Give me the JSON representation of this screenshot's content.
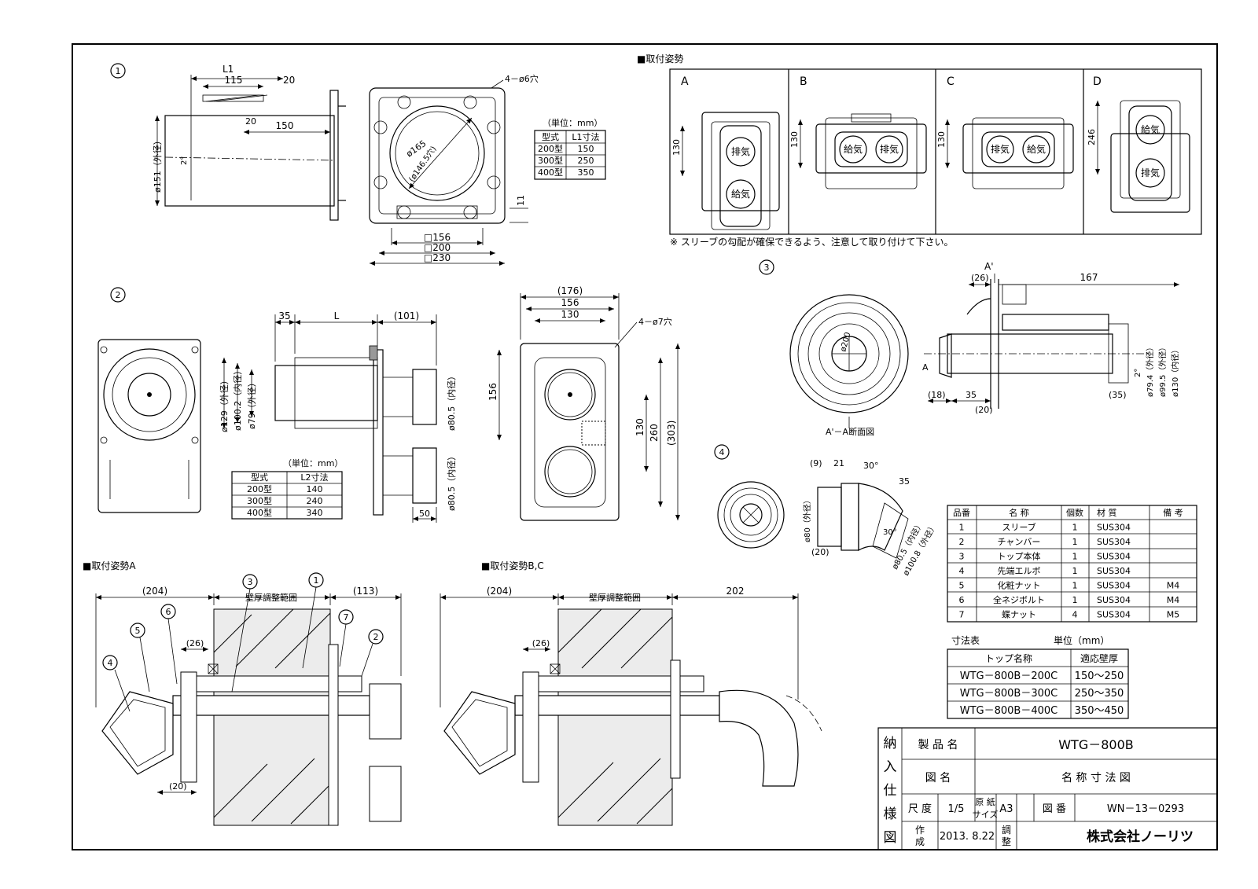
{
  "install": {
    "title": "■取付姿勢",
    "labels": [
      "A",
      "B",
      "C",
      "D"
    ],
    "dims": [
      "130",
      "130",
      "130",
      "246"
    ],
    "kyuki": "給気",
    "haiki": "排気",
    "note": "※ スリーブの勾配が確保できるよう、注意して取り付けて下さい。"
  },
  "v1": {
    "num": "1",
    "dims": {
      "L1": "L1",
      "d115": "115",
      "d20a": "20",
      "d20b": "20",
      "d150": "150",
      "dia151": "ø151（外径）",
      "deg2": "2°",
      "holes": "4－ø6穴",
      "dia165": "ø165",
      "dia146": "(ø146.5穴)",
      "d11": "11",
      "s156": "□156",
      "s200": "□200",
      "s230": "□230"
    },
    "table_unit": "（単位：mm）",
    "table_headers": [
      "型式",
      "L1寸法"
    ],
    "table_rows": [
      [
        "200型",
        "150"
      ],
      [
        "300型",
        "250"
      ],
      [
        "400型",
        "350"
      ]
    ]
  },
  "v2": {
    "num": "2",
    "dims": {
      "d35": "35",
      "L": "L",
      "d101": "(101)",
      "dia129": "ø129（外径）",
      "dia100": "ø100.2（内径）",
      "dia79": "ø79（外径）",
      "dia80a": "ø80.5（内径）",
      "dia80b": "ø80.5（内径）",
      "d50": "50",
      "d176": "(176)",
      "d156h": "156",
      "d130h": "130",
      "holes": "4－ø7穴",
      "d156v": "156",
      "d130v": "130",
      "d260": "260",
      "d303": "(303)"
    },
    "table_unit": "（単位：mm）",
    "table_headers": [
      "型式",
      "L2寸法"
    ],
    "table_rows": [
      [
        "200型",
        "140"
      ],
      [
        "300型",
        "240"
      ],
      [
        "400型",
        "340"
      ]
    ]
  },
  "v3": {
    "num": "3",
    "dims": {
      "A1": "A'",
      "d26": "(26)",
      "d167": "167",
      "dia200": "ø200",
      "A2": "A",
      "d18": "(18)",
      "d35": "35",
      "d20": "(20)",
      "d35b": "(35)",
      "deg2": "2°",
      "dia794": "ø79.4（外径）",
      "dia995": "ø99.5（外径）",
      "dia130": "ø130（内径）"
    },
    "section": "A'－A断面図"
  },
  "v4": {
    "num": "4",
    "dims": {
      "d9": "(9)",
      "d21": "21",
      "deg30a": "30°",
      "d35": "35",
      "dia80": "ø80（外径）",
      "deg30b": "30°",
      "d20": "(20)",
      "dia805": "ø80.5（内径）",
      "dia1008": "ø100.8（外径）"
    }
  },
  "parts": {
    "headers": [
      "品番",
      "名 称",
      "個数",
      "材 質",
      "備 考"
    ],
    "rows": [
      [
        "1",
        "スリーブ",
        "1",
        "SUS304",
        ""
      ],
      [
        "2",
        "チャンバー",
        "1",
        "SUS304",
        ""
      ],
      [
        "3",
        "トップ本体",
        "1",
        "SUS304",
        ""
      ],
      [
        "4",
        "先端エルボ",
        "1",
        "SUS304",
        ""
      ],
      [
        "5",
        "化粧ナット",
        "1",
        "SUS304",
        "M4"
      ],
      [
        "6",
        "全ネジボルト",
        "1",
        "SUS304",
        "M4"
      ],
      [
        "7",
        "蝶ナット",
        "4",
        "SUS304",
        "M5"
      ]
    ]
  },
  "dimtable": {
    "title": "寸法表",
    "unit": "単位（mm）",
    "headers": [
      "トップ名称",
      "適応壁厚"
    ],
    "rows": [
      [
        "WTG－800B－200C",
        "150～250"
      ],
      [
        "WTG－800B－300C",
        "250～350"
      ],
      [
        "WTG－800B－400C",
        "350～450"
      ]
    ]
  },
  "inst_a": {
    "title": "■取付姿勢A",
    "dims": {
      "d204": "(204)",
      "wall": "壁厚調整範囲",
      "d113": "(113)",
      "d26": "(26)",
      "d20": "(20)"
    },
    "callouts": [
      "3",
      "1",
      "7",
      "2",
      "5",
      "6",
      "4"
    ]
  },
  "inst_bc": {
    "title": "■取付姿勢B,C",
    "dims": {
      "d204": "(204)",
      "wall": "壁厚調整範囲",
      "d202": "202",
      "d26": "(26)"
    }
  },
  "titleblock": {
    "side": [
      "納",
      "入",
      "仕",
      "様",
      "図"
    ],
    "product_label": "製 品 名",
    "product": "WTG－800B",
    "drawing_label": "図 名",
    "drawing": "名 称 寸 法 図",
    "scale_label": "尺 度",
    "scale": "1/5",
    "paper_label1": "原 紙",
    "paper_label2": "サイズ",
    "paper": "A3",
    "number_label": "図 番",
    "number": "WN－13－0293",
    "made_label1": "作",
    "made_label2": "成",
    "date": "2013. 8.22",
    "adjust_label1": "調",
    "adjust_label2": "整",
    "company": "株式会社ノーリツ"
  }
}
